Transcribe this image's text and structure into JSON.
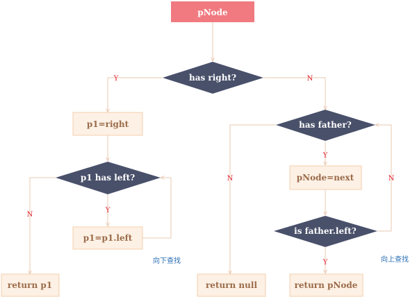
{
  "colors": {
    "start_fill": "#f07a80",
    "start_text": "#ffffff",
    "decision_fill": "#49506a",
    "decision_text": "#ffffff",
    "process_fill": "#fdf0e4",
    "process_stroke": "#f3cfad",
    "process_text": "#9a6b4a",
    "connector": "#eac8b0",
    "label_red": "#e0202a",
    "note_blue": "#2a6fb5"
  },
  "nodes": {
    "start": "pNode",
    "has_right": "has right?",
    "p1_right": "p1=right",
    "p1_has_left": "p1 has left?",
    "p1_left": "p1=p1.left",
    "return_p1": "return p1",
    "has_father": "has father?",
    "pnode_next": "pNode=next",
    "is_father_left": "is father.left?",
    "return_null": "return null",
    "return_pnode": "return pNode"
  },
  "edge_labels": {
    "has_right_yes": "Y",
    "has_right_no": "N",
    "p1_has_left_yes": "Y",
    "p1_has_left_no": "N",
    "has_father_yes": "Y",
    "has_father_no": "N",
    "is_father_left_yes": "Y",
    "is_father_left_no": "N"
  },
  "notes": {
    "search_down": "向下查找",
    "search_up": "向上查找"
  }
}
